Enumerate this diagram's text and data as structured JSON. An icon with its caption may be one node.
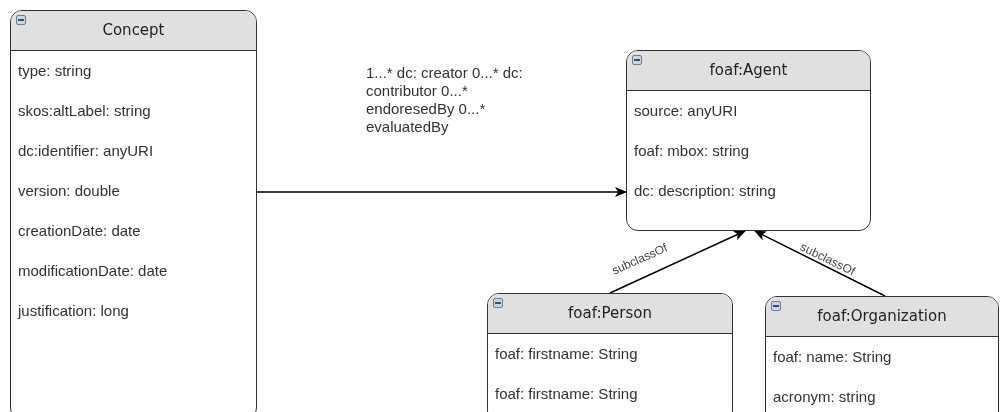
{
  "diagram": {
    "nodes": [
      {
        "text": [
          "Concept",
          "type: string",
          "skos:altLabel: string",
          "dc:identifier: anyURI",
          "version: double",
          "creationDate: date",
          "modificationDate: date",
          "justification: long"
        ]
      },
      {
        "text": [
          "foaf:Agent",
          "source: anyURI",
          "foaf: mbox: string",
          "dc: description: string"
        ]
      },
      {
        "text": [
          "foaf:Person",
          "foaf: firstname: String",
          "foaf: firstname: String"
        ]
      },
      {
        "text": [
          "foaf:Organization",
          "foaf: name: String",
          "acronym: string"
        ]
      }
    ],
    "edges": [
      {
        "from": 0,
        "to": 1,
        "arrow": "to",
        "label": "1...* dc: creator 0...* dc: contributor 0...* endoresedBy 0...* evaluatedBy"
      },
      {
        "from": 2,
        "to": 1,
        "arrow": "to",
        "label": "subclassOf"
      },
      {
        "from": 3,
        "to": 1,
        "arrow": "to",
        "label": "subclassOf"
      }
    ]
  }
}
